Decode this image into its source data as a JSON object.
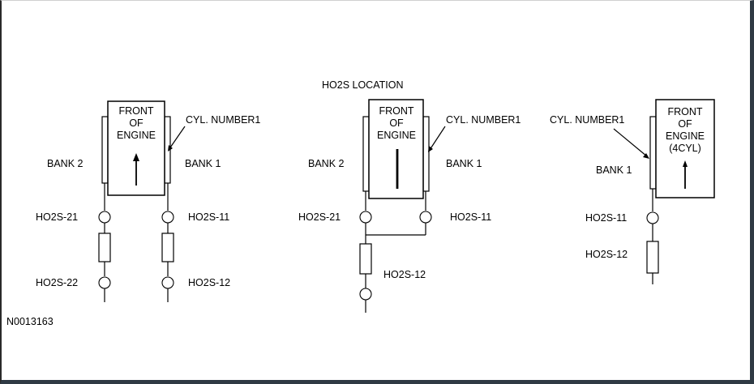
{
  "title": "HO2S LOCATION",
  "figure_id": "N0013163",
  "diagrams": {
    "v8_left": {
      "engine": [
        "FRONT",
        "OF",
        "ENGINE"
      ],
      "cylinder_label": "CYL. NUMBER1",
      "bank_left": "BANK 2",
      "bank_right": "BANK 1",
      "sensors": [
        "HO2S-21",
        "HO2S-11",
        "HO2S-22",
        "HO2S-12"
      ]
    },
    "v_center": {
      "engine": [
        "FRONT",
        "OF",
        "ENGINE"
      ],
      "cylinder_label": "CYL. NUMBER1",
      "bank_left": "BANK 2",
      "bank_right": "BANK 1",
      "sensors": [
        "HO2S-21",
        "HO2S-11",
        "HO2S-12"
      ]
    },
    "i4_right": {
      "engine": [
        "FRONT",
        "OF",
        "ENGINE",
        "(4CYL)"
      ],
      "cylinder_label": "CYL. NUMBER1",
      "bank": "BANK 1",
      "sensors": [
        "HO2S-11",
        "HO2S-12"
      ]
    }
  }
}
